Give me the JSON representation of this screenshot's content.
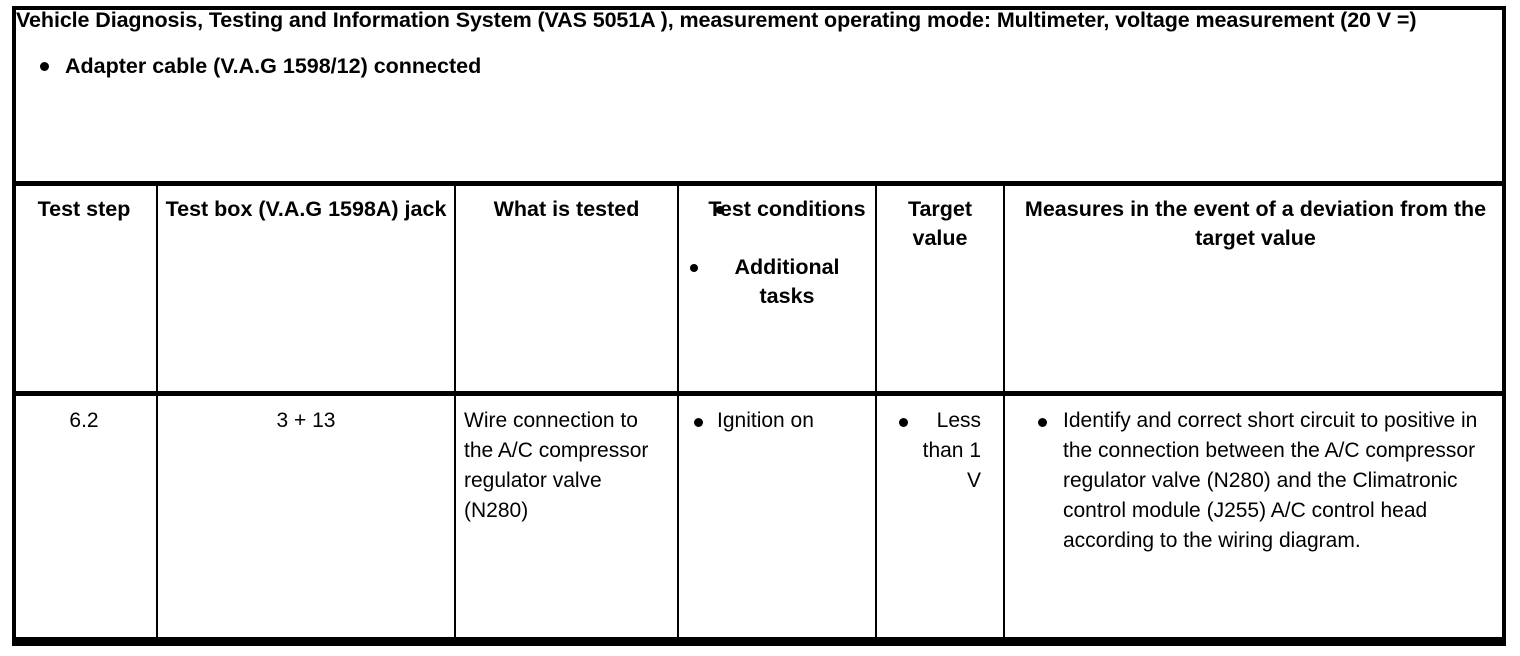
{
  "document": {
    "intro": {
      "title": "Vehicle Diagnosis, Testing and Information System (VAS 5051A ), measurement operating mode: Multimeter, voltage measurement (20 V =)",
      "bullets": [
        "Adapter cable (V.A.G 1598/12) connected"
      ]
    },
    "table": {
      "headers": {
        "test_step": "Test step",
        "test_box_jack": "Test box (V.A.G 1598A) jack",
        "what_is_tested": "What is tested",
        "test_conditions": "Test conditions",
        "additional_tasks": "Additional tasks",
        "target_value": "Target value",
        "measures": "Measures in the event of a deviation from the target value"
      },
      "rows": [
        {
          "test_step": "6.2",
          "test_box_jack": "3 + 13",
          "what_is_tested": "Wire connection to the A/C compressor regulator valve (N280)",
          "test_conditions": "Ignition on",
          "target_value": "Less than 1 V",
          "measures": "Identify and correct short circuit to positive in the connection between the A/C compressor regulator valve (N280) and the Climatronic control module (J255) A/C control head according to the wiring diagram."
        }
      ]
    }
  },
  "colors": {
    "border": "#000000",
    "text": "#000000",
    "background": "#ffffff"
  }
}
